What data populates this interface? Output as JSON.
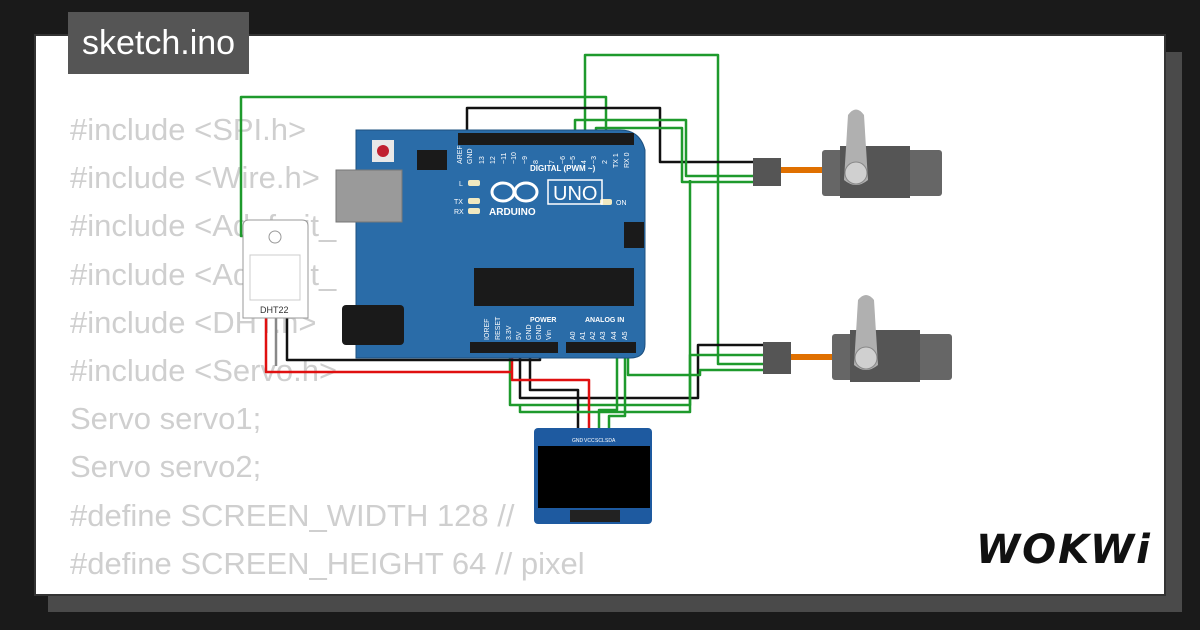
{
  "title": "sketch.ino",
  "code_lines": [
    "#include <SPI.h>",
    "#include <Wire.h>",
    "#include <Adafruit_",
    "#include <Adafruit_",
    "#include <DHT.h>",
    "#include <Servo.h>",
    "Servo servo1;",
    "Servo servo2;",
    "#define SCREEN_WIDTH 128 // ",
    "#define SCREEN_HEIGHT 64 // pixel"
  ],
  "arduino": {
    "model": "UNO",
    "brand": "ARDUINO",
    "digital_label": "DIGITAL (PWM ~)",
    "power_label": "POWER",
    "analog_label": "ANALOG IN",
    "on_label": "ON",
    "led_l": "L",
    "led_tx": "TX",
    "led_rx": "RX",
    "top_pins": [
      "AREF",
      "GND",
      "13",
      "12",
      "~11",
      "~10",
      "~9",
      "8",
      "7",
      "~6",
      "~5",
      "4",
      "~3",
      "2",
      "TX 1",
      "RX 0"
    ],
    "power_pins": [
      "IOREF",
      "RESET",
      "3.3V",
      "5V",
      "GND",
      "GND",
      "Vin"
    ],
    "analog_pins": [
      "A0",
      "A1",
      "A2",
      "A3",
      "A4",
      "A5"
    ]
  },
  "dht": {
    "label": "DHT22"
  },
  "oled": {
    "pins": [
      "GND",
      "VCC",
      "SCL",
      "SDA"
    ]
  },
  "brand_logo": "WOKWi",
  "colors": {
    "board": "#2a6ca8",
    "wire_green": "#1e9a2c",
    "wire_red": "#e01010",
    "wire_black": "#111111"
  }
}
